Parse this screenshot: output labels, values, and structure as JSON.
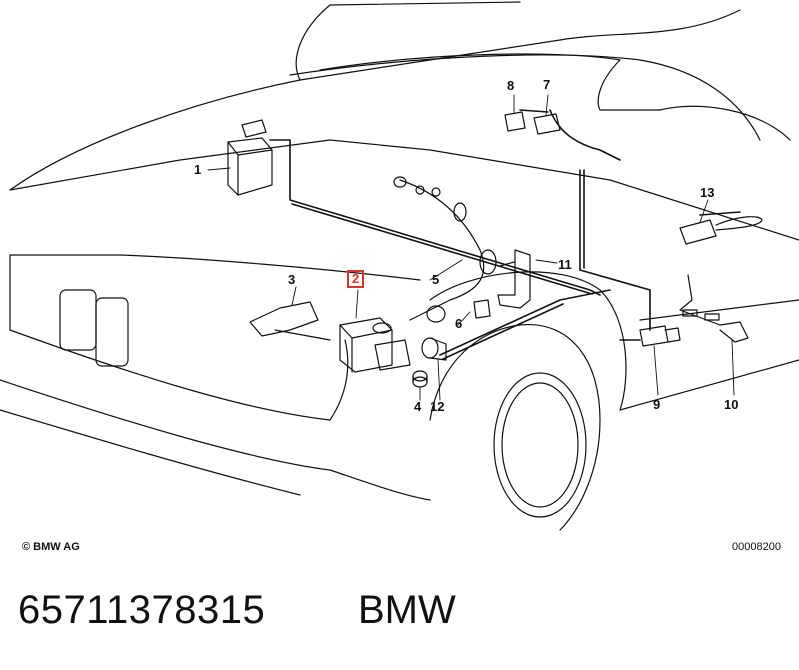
{
  "callouts": [
    {
      "id": "1",
      "label": "1",
      "highlighted": false
    },
    {
      "id": "2",
      "label": "2",
      "highlighted": true
    },
    {
      "id": "3",
      "label": "3",
      "highlighted": false
    },
    {
      "id": "4",
      "label": "4",
      "highlighted": false
    },
    {
      "id": "5",
      "label": "5",
      "highlighted": false
    },
    {
      "id": "6",
      "label": "6",
      "highlighted": false
    },
    {
      "id": "7",
      "label": "7",
      "highlighted": false
    },
    {
      "id": "8",
      "label": "8",
      "highlighted": false
    },
    {
      "id": "9",
      "label": "9",
      "highlighted": false
    },
    {
      "id": "10",
      "label": "10",
      "highlighted": false
    },
    {
      "id": "11",
      "label": "11",
      "highlighted": false
    },
    {
      "id": "12",
      "label": "12",
      "highlighted": false
    },
    {
      "id": "13",
      "label": "13",
      "highlighted": false
    }
  ],
  "copyright": "© BMW AG",
  "drawing_number": "00008200",
  "part_number": "65711378315",
  "brand": "BMW",
  "colors": {
    "highlight": "#d9332e",
    "line": "#111111"
  }
}
